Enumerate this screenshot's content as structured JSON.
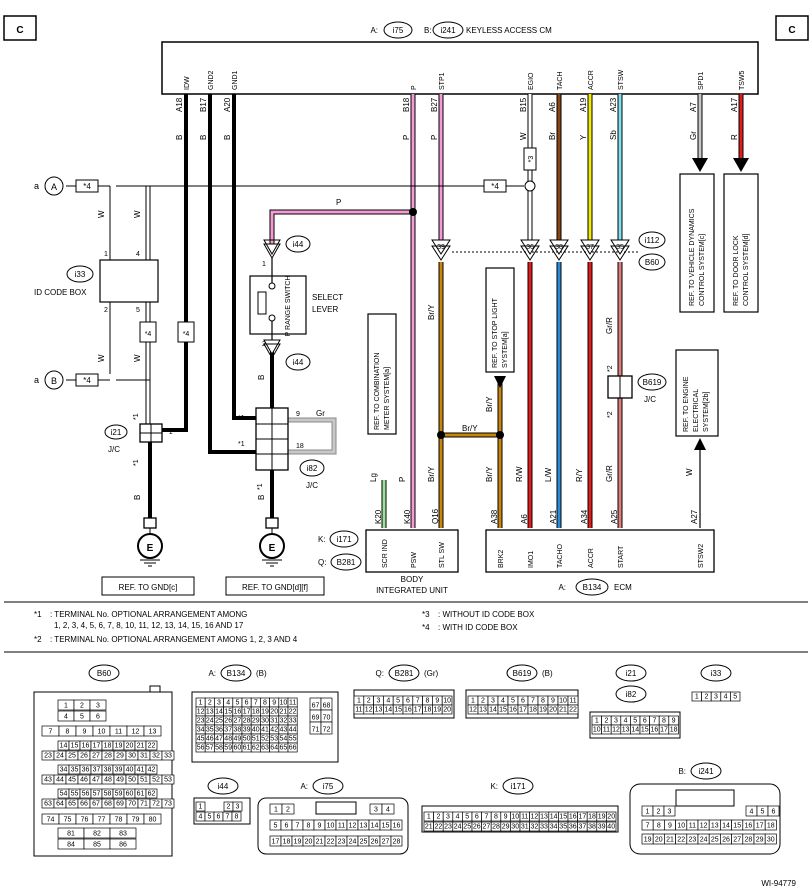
{
  "header": {
    "corner_left": "C",
    "corner_right": "C",
    "cm_prefix_a": "A:",
    "cm_conn_a": "i75",
    "cm_prefix_b": "B:",
    "cm_conn_b": "i241",
    "cm_name": "KEYLESS ACCESS CM"
  },
  "cm_pins": [
    {
      "name": "IDW",
      "pin": "A18",
      "color": "B"
    },
    {
      "name": "GND2",
      "pin": "B17",
      "color": "B"
    },
    {
      "name": "GND1",
      "pin": "A20",
      "color": "B"
    },
    {
      "name": "P",
      "pin": "B18",
      "color": "P"
    },
    {
      "name": "STP1",
      "pin": "B27",
      "color": "P"
    },
    {
      "name": "EGIO",
      "pin": "B15",
      "color": "W"
    },
    {
      "name": "TACH",
      "pin": "A6",
      "color": "Br"
    },
    {
      "name": "ACCR",
      "pin": "A19",
      "color": "Y"
    },
    {
      "name": "STSW",
      "pin": "A23",
      "color": "Sb"
    },
    {
      "name": "SPD1",
      "pin": "A7",
      "color": "Gr"
    },
    {
      "name": "TSW5",
      "pin": "A17",
      "color": "R"
    }
  ],
  "left": {
    "a_label": "a",
    "a_conn": "A",
    "b_conn": "B",
    "star4": "*4",
    "star1": "*1",
    "star2": "*2",
    "star3": "*3",
    "id_code_box_conn": "i33",
    "id_code_box_label": "ID CODE BOX",
    "pin1": "1",
    "pin2": "2",
    "pin4": "4",
    "pin5": "5",
    "w": "W",
    "b": "B",
    "jc_i21": "i21",
    "jc_label": "J/C",
    "ground_e": "E",
    "ref_gnd_c": "REF. TO GND[c]",
    "ref_gnd_df": "REF. TO GND[d][f]"
  },
  "middle": {
    "i44": "i44",
    "p_wire": "P",
    "pin1": "1",
    "pin2": "2",
    "switch_label": "P RANGE SWITCH",
    "select_lever": "SELECT LEVER",
    "i82": "i82",
    "pin9": "9",
    "pin18": "18",
    "gr": "Gr",
    "bry": "Br/Y",
    "lg": "Lg",
    "i112": "i112",
    "b60": "B60",
    "ref_combination": "REF. TO COMBINATION METER SYSTEM[a]",
    "ref_stop_light": "REF. TO STOP LIGHT SYSTEM[a]",
    "ref_engine": "REF. TO ENGINE ELECTRICAL SYSTEM[2b]",
    "ref_vdc": "REF. TO VEHICLE DYNAMICS CONTROL SYSTEM[c]",
    "ref_door_lock": "REF. TO DOOR LOCK CONTROL SYSTEM[d]",
    "b619": "B619",
    "jc": "J/C",
    "j39": "39",
    "j36": "36",
    "j38": "38",
    "j37": "37",
    "j35": "35",
    "rw": "R/W",
    "lw": "L/W",
    "ry": "R/Y",
    "grr": "Gr/R",
    "w": "W"
  },
  "body_unit": {
    "k_prefix": "K:",
    "k_conn": "i171",
    "q_prefix": "Q:",
    "q_conn": "B281",
    "pins": [
      {
        "pin": "K20",
        "name": "SCR IND",
        "color": "Lg"
      },
      {
        "pin": "K40",
        "name": "PSW",
        "color": "P"
      },
      {
        "pin": "Q16",
        "name": "STL SW",
        "color": "Br/Y"
      }
    ],
    "name": "BODY INTEGRATED UNIT"
  },
  "ecm": {
    "prefix": "A:",
    "conn": "B134",
    "name": "ECM",
    "pins": [
      {
        "pin": "A38",
        "name": "BRK2",
        "color": "Br/Y"
      },
      {
        "pin": "A6",
        "name": "IMO1",
        "color": "R/W"
      },
      {
        "pin": "A21",
        "name": "TACHO",
        "color": "L/W"
      },
      {
        "pin": "A34",
        "name": "ACCR",
        "color": "R/Y"
      },
      {
        "pin": "A25",
        "name": "START",
        "color": "Gr/R"
      },
      {
        "pin": "A27",
        "name": "STSW2",
        "color": "W"
      }
    ]
  },
  "notes": {
    "n1_mark": "*1",
    "n1a": ": TERMINAL No. OPTIONAL ARRANGEMENT AMONG",
    "n1b": "1, 2, 3, 4, 5, 6, 7, 8, 10, 11, 12, 13, 14, 15, 16 AND 17",
    "n2_mark": "*2",
    "n2": ": TERMINAL No. OPTIONAL ARRANGEMENT AMONG 1, 2, 3 AND 4",
    "n3_mark": "*3",
    "n3": ": WITHOUT ID CODE BOX",
    "n4_mark": "*4",
    "n4": ": WITH ID CODE BOX"
  },
  "connectors": {
    "b60": {
      "title": "B60",
      "rows": [
        [
          "1",
          "2",
          "3"
        ],
        [
          "4",
          "5",
          "6"
        ],
        [
          "7",
          "8",
          "9",
          "10",
          "11",
          "12",
          "13"
        ],
        [
          "14",
          "15",
          "16",
          "17",
          "18",
          "19",
          "20",
          "21",
          "22"
        ],
        [
          "23",
          "24",
          "25",
          "26",
          "27",
          "28",
          "29",
          "30",
          "31",
          "32",
          "33"
        ],
        [
          "34",
          "35",
          "36",
          "37",
          "38",
          "39",
          "40",
          "41",
          "42"
        ],
        [
          "43",
          "44",
          "45",
          "46",
          "47",
          "48",
          "49",
          "50",
          "51",
          "52",
          "53"
        ],
        [
          "54",
          "55",
          "56",
          "57",
          "58",
          "59",
          "60",
          "61",
          "62"
        ],
        [
          "63",
          "64",
          "65",
          "66",
          "67",
          "68",
          "69",
          "70",
          "71",
          "72",
          "73"
        ],
        [
          "74",
          "75",
          "76",
          "77",
          "78",
          "79",
          "80"
        ],
        [
          "81",
          "82",
          "83"
        ],
        [
          "84",
          "85",
          "86"
        ]
      ]
    },
    "b134": {
      "prefix": "A:",
      "title": "B134",
      "suffix": "(B)",
      "rows": [
        [
          "1",
          "2",
          "3",
          "4",
          "5",
          "6",
          "7",
          "8",
          "9",
          "10",
          "11"
        ],
        [
          "12",
          "13",
          "14",
          "15",
          "16",
          "17",
          "18",
          "19",
          "20",
          "21",
          "22"
        ],
        [
          "23",
          "24",
          "25",
          "26",
          "27",
          "28",
          "29",
          "30",
          "31",
          "32",
          "33"
        ],
        [
          "34",
          "35",
          "36",
          "37",
          "38",
          "39",
          "40",
          "41",
          "42",
          "43",
          "44"
        ],
        [
          "45",
          "46",
          "47",
          "48",
          "49",
          "50",
          "51",
          "52",
          "53",
          "54",
          "55"
        ],
        [
          "56",
          "57",
          "58",
          "59",
          "60",
          "61",
          "62",
          "63",
          "64",
          "65",
          "66"
        ]
      ],
      "side": [
        [
          "67",
          "68"
        ],
        [
          "69",
          "70"
        ],
        [
          "71",
          "72"
        ]
      ]
    },
    "b281": {
      "prefix": "Q:",
      "title": "B281",
      "suffix": "(Gr)",
      "rows": [
        [
          "1",
          "2",
          "3",
          "4",
          "5",
          "6",
          "7",
          "8",
          "9",
          "10"
        ],
        [
          "11",
          "12",
          "13",
          "14",
          "15",
          "16",
          "17",
          "18",
          "19",
          "20"
        ]
      ]
    },
    "b619": {
      "title": "B619",
      "suffix": "(B)",
      "rows": [
        [
          "1",
          "2",
          "3",
          "4",
          "5",
          "6",
          "7",
          "8",
          "9",
          "10",
          "11"
        ],
        [
          "12",
          "13",
          "14",
          "15",
          "16",
          "17",
          "18",
          "19",
          "20",
          "21",
          "22"
        ]
      ]
    },
    "i21": {
      "title": "i21",
      "title2": "i82",
      "rows": [
        [
          "1",
          "2",
          "3",
          "4",
          "5",
          "6",
          "7",
          "8",
          "9"
        ],
        [
          "10",
          "11",
          "12",
          "13",
          "14",
          "15",
          "16",
          "17",
          "18"
        ]
      ]
    },
    "i33": {
      "title": "i33",
      "rows": [
        [
          "1",
          "2",
          "3",
          "4",
          "5"
        ]
      ]
    },
    "i44": {
      "title": "i44",
      "rows": [
        [
          "1",
          "",
          "2",
          "3"
        ],
        [
          "4",
          "5",
          "6",
          "7",
          "8"
        ]
      ]
    },
    "i75": {
      "prefix": "A:",
      "title": "i75",
      "rows": [
        [
          "1",
          "2",
          "3",
          "4"
        ],
        [
          "5",
          "6",
          "7",
          "8",
          "9",
          "10",
          "11",
          "12",
          "13",
          "14",
          "15",
          "16"
        ],
        [
          "17",
          "18",
          "19",
          "20",
          "21",
          "22",
          "23",
          "24",
          "25",
          "26",
          "27",
          "28"
        ]
      ]
    },
    "i171": {
      "prefix": "K:",
      "title": "i171",
      "rows": [
        [
          "1",
          "2",
          "3",
          "4",
          "5",
          "6",
          "7",
          "8",
          "9",
          "10",
          "11",
          "12",
          "13",
          "14",
          "15",
          "16",
          "17",
          "18",
          "19",
          "20"
        ],
        [
          "21",
          "22",
          "23",
          "24",
          "25",
          "26",
          "27",
          "28",
          "29",
          "30",
          "31",
          "32",
          "33",
          "34",
          "35",
          "36",
          "37",
          "38",
          "39",
          "40"
        ]
      ]
    },
    "i241": {
      "prefix": "B:",
      "title": "i241",
      "rows": [
        [
          "1",
          "2",
          "3",
          "4",
          "5",
          "6"
        ],
        [
          "7",
          "8",
          "9",
          "10",
          "11",
          "12",
          "13",
          "14",
          "15",
          "16",
          "17",
          "18"
        ],
        [
          "19",
          "20",
          "21",
          "22",
          "23",
          "24",
          "25",
          "26",
          "27",
          "28",
          "29",
          "30"
        ]
      ]
    }
  },
  "footer_id": "WI-94779",
  "wire_colors": {
    "black": "#000000",
    "pink": "#f49ad6",
    "white": "#ffffff",
    "brown": "#8b4513",
    "yellow": "#f2ea00",
    "sky": "#7fe0ef",
    "gray": "#c8c8c8",
    "red": "#e31b1b",
    "orange_brown": "#c8870c",
    "lightgreen": "#9be39b",
    "blue": "#2a8bd8",
    "grr_stripe": "#e07d7d"
  }
}
